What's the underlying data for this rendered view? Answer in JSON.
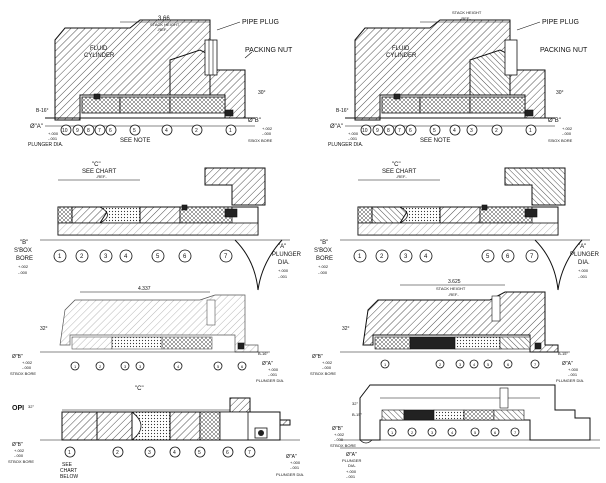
{
  "panels": {
    "p1": {
      "stack_height_dim": "3.66",
      "stack_height_label": "STACK HEIGHT",
      "ref_label": "-REF-",
      "pipe_plug": "PIPE PLUG",
      "fluid_cylinder": "FLUID\nCYLINDER",
      "packing_nut": "PACKING NUT",
      "angle": "30°",
      "dim_b16": "B-16°",
      "dim_a_label": "Ø\"A\"",
      "dim_a_tol": "+.000\n-.001",
      "plunger_dia": "PLUNGER DIA.",
      "dim_b_label": "Ø\"B\"",
      "dim_b_tol": "+.002\n-.000",
      "box_bore": "S'BOX BORE",
      "see_note": "SEE NOTE",
      "balloons": [
        "10",
        "9",
        "8",
        "7",
        "6",
        "5",
        "4",
        "2",
        "1"
      ]
    },
    "p2": {
      "stack_height_label": "STACK HEIGHT",
      "ref_label": "-REF-",
      "pipe_plug": "PIPE PLUG",
      "fluid_cylinder": "FLUID\nCYLINDER",
      "packing_nut": "PACKING NUT",
      "angle": "30°",
      "dim_b16": "B-16°",
      "dim_a_label": "Ø\"A\"",
      "dim_a_tol": "+.000\n-.001",
      "plunger_dia": "PLUNGER DIA.",
      "dim_b_label": "Ø\"B\"",
      "dim_b_tol": "+.002\n-.000",
      "box_bore": "S'BOX BORE",
      "see_note": "SEE NOTE",
      "balloons": [
        "10",
        "9",
        "8",
        "7",
        "6",
        "5",
        "4",
        "3",
        "2",
        "1"
      ]
    },
    "p3": {
      "c_label": "\"C\"",
      "see_chart": "SEE CHART",
      "ref_label": "-REF-",
      "b_label": "\"B\"",
      "box_bore": "S'BOX\nBORE",
      "b_tol": "+.002\n-.000",
      "a_label": "\"A\"",
      "plunger": "PLUNGER\nDIA.",
      "a_tol": "+.000\n-.001",
      "balloons": [
        "1",
        "2",
        "3",
        "4",
        "5",
        "6",
        "7"
      ]
    },
    "p4": {
      "c_label": "\"C\"",
      "see_chart": "SEE CHART",
      "ref_label": "-REF-",
      "b_label": "\"B\"",
      "box_bore": "S'BOX\nBORE",
      "b_tol": "+.002\n-.000",
      "a_label": "\"A\"",
      "plunger": "PLUNGER\nDIA.",
      "a_tol": "+.000\n-.001",
      "balloons": [
        "1",
        "2",
        "3",
        "4",
        "5",
        "6",
        "7"
      ]
    },
    "p5": {
      "dim": "4.337",
      "angle": "32°",
      "dim_b_label": "Ø\"B\"",
      "dim_b_tol": "+.002\n-.000",
      "box_bore": "STBOX BORE",
      "dim_b16": "B-16°",
      "dim_a_label": "Ø\"A\"",
      "dim_a_tol": "+.000\n-.001",
      "plunger_dia": "PLUNGER DIA.",
      "balloons": [
        "1",
        "2",
        "3",
        "3",
        "4",
        "5",
        "6"
      ]
    },
    "p6": {
      "dim": "3.625",
      "stack_height_label": "STACK HEIGHT",
      "ref_label": "-REF-",
      "angle": "32°",
      "dim_b_label": "Ø\"B\"",
      "dim_b_tol": "+.002\n-.000",
      "box_bore": "STBOX BORE",
      "dim_b16": "B-15°",
      "dim_a_label": "Ø\"A\"",
      "dim_a_tol": "+.000\n-.001",
      "plunger_dia": "PLUNGER DIA.",
      "balloons": [
        "1",
        "2",
        "3",
        "4",
        "5",
        "6",
        "7"
      ]
    },
    "p7": {
      "c_label": "\"C\"",
      "opi_label": "OPI",
      "angle": "32°",
      "dim_b_label": "Ø\"B\"",
      "dim_b_tol": "+.002\n-.000",
      "box_bore": "STBOX BORE",
      "see_chart_below": "SEE\nCHART\nBELOW",
      "dim_a_label": "Ø\"A\"",
      "dim_a_tol": "+.000\n-.001",
      "plunger_dia": "PLUNGER DIA.",
      "balloons": [
        "1",
        "2",
        "3",
        "4",
        "5",
        "6",
        "7"
      ]
    },
    "p8": {
      "angle": "32°",
      "dim_b16": "B-15°",
      "dim_b_label": "Ø\"B\"",
      "dim_b_tol": "+.002\n-.000",
      "box_bore": "STBOX BORE",
      "dim_a_label": "Ø\"A\"",
      "dim_a_tol": "+.000\n-.001",
      "plunger_dia": "PLUNGER\nDIA.",
      "balloons": [
        "1",
        "2",
        "3",
        "4",
        "5",
        "6",
        "7"
      ]
    }
  }
}
